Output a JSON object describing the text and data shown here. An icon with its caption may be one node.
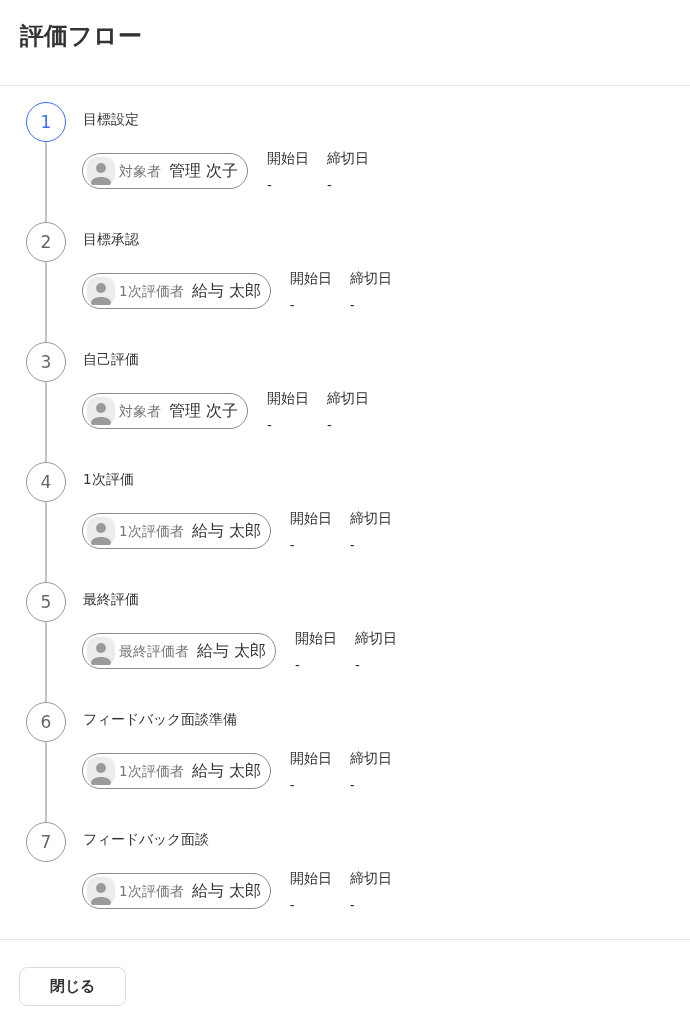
{
  "diagram": {
    "title": "評価フロー",
    "nodes": [
      {
        "text": [
          "1"
        ],
        "beside": [
          "目標設定"
        ]
      },
      {
        "text": [
          "対象者",
          "管理 次子"
        ]
      },
      {
        "text": [
          "2"
        ],
        "beside": [
          "目標承認"
        ]
      },
      {
        "text": [
          "1次評価者",
          "給与 太郎"
        ]
      },
      {
        "text": [
          "3"
        ],
        "beside": [
          "自己評価"
        ]
      },
      {
        "text": [
          "対象者",
          "管理 次子"
        ]
      },
      {
        "text": [
          "4"
        ],
        "beside": [
          "1次評価"
        ]
      },
      {
        "text": [
          "1次評価者",
          "給与 太郎"
        ]
      },
      {
        "text": [
          "5"
        ],
        "beside": [
          "最終評価"
        ]
      },
      {
        "text": [
          "最終評価者",
          "給与 太郎"
        ]
      },
      {
        "text": [
          "6"
        ],
        "beside": [
          "フィードバック面談準備"
        ]
      },
      {
        "text": [
          "1次評価者",
          "給与 太郎"
        ]
      },
      {
        "text": [
          "7"
        ],
        "beside": [
          "フィードバック面談"
        ]
      },
      {
        "text": [
          "1次評価者",
          "給与 太郎"
        ]
      },
      {
        "text": [
          "閉じる"
        ]
      }
    ],
    "edges": [
      {
        "from": 0,
        "to": 2,
        "arrow": "none"
      },
      {
        "from": 2,
        "to": 4,
        "arrow": "none"
      },
      {
        "from": 4,
        "to": 6,
        "arrow": "none"
      },
      {
        "from": 6,
        "to": 8,
        "arrow": "none"
      },
      {
        "from": 8,
        "to": 10,
        "arrow": "none"
      },
      {
        "from": 10,
        "to": 12,
        "arrow": "none"
      }
    ],
    "labels": [
      "開始日",
      "締切日",
      "-",
      "-",
      "開始日",
      "締切日",
      "-",
      "-",
      "開始日",
      "締切日",
      "-",
      "-",
      "開始日",
      "締切日",
      "-",
      "-",
      "開始日",
      "締切日",
      "-",
      "-",
      "開始日",
      "締切日",
      "-",
      "-",
      "開始日",
      "締切日",
      "-",
      "-"
    ]
  }
}
